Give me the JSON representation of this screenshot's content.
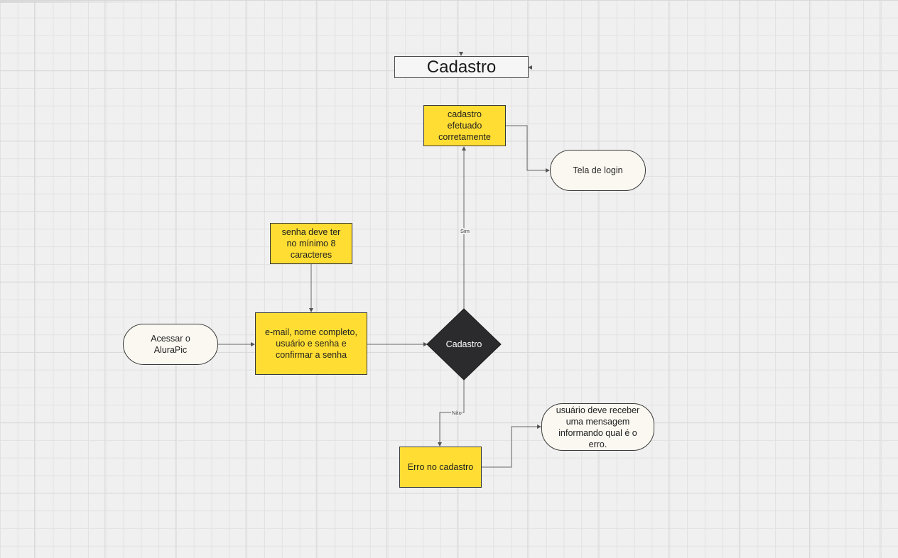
{
  "diagram": {
    "title": "Cadastro",
    "nodes": {
      "start": "Acessar o AluraPic",
      "form": "e-mail, nome completo, usuário e senha e confirmar a senha",
      "password_rule": "senha deve ter no mínimo 8 caracteres",
      "decision": "Cadastro",
      "success": "cadastro efetuado corretamente",
      "login": "Tela de login",
      "error": "Erro no cadastro",
      "error_message": "usuário deve receber uma mensagem informando qual é o erro."
    },
    "edge_labels": {
      "yes": "Sim",
      "no": "Não"
    },
    "colors": {
      "process_fill": "#ffdd33",
      "terminal_fill": "#fbf8f1",
      "decision_fill": "#2b2b2e",
      "stroke": "#3a3a3a"
    }
  }
}
